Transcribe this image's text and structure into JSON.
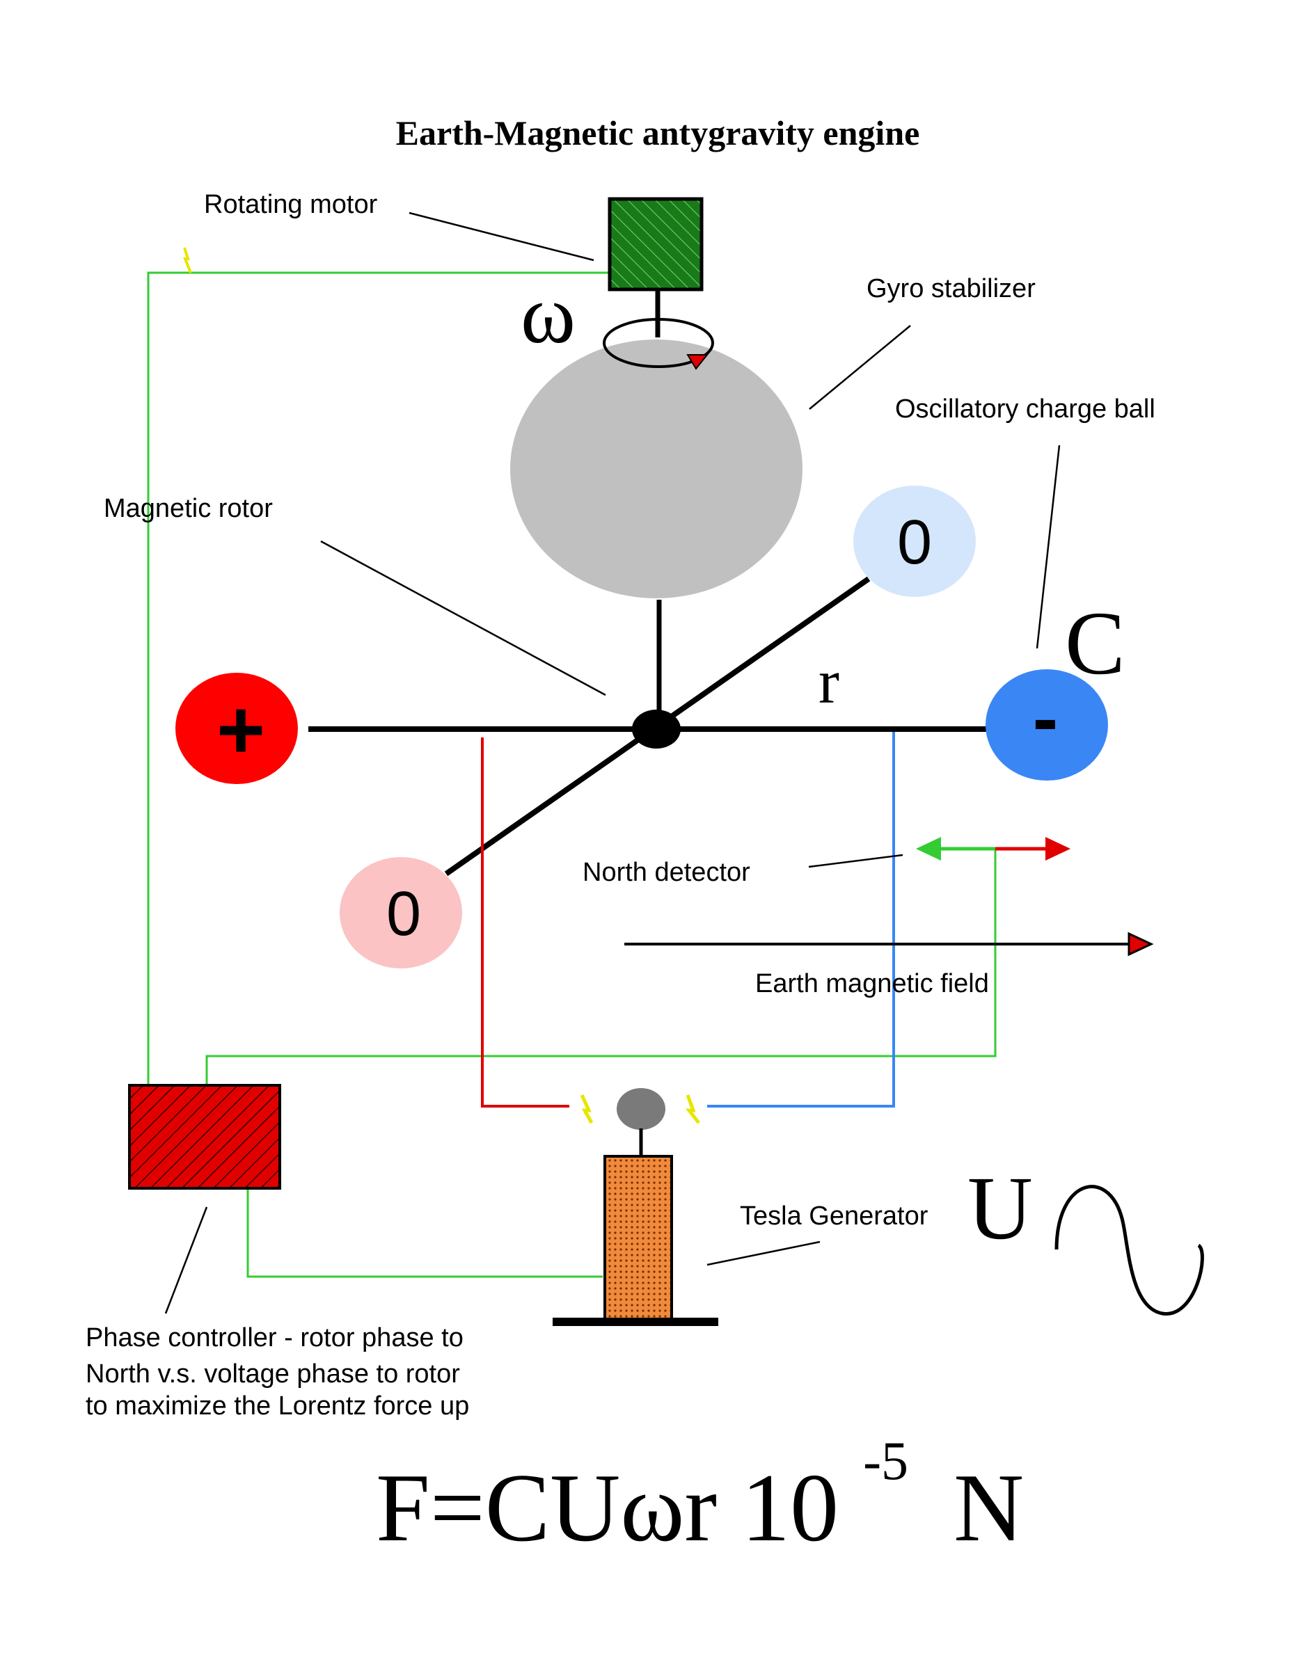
{
  "title": "Earth-Magnetic antygravity engine",
  "labels": {
    "rotating_motor": "Rotating motor",
    "gyro_stabilizer": "Gyro  stabilizer",
    "oscillatory_charge_ball": "Oscillatory charge ball",
    "magnetic_rotor": "Magnetic rotor",
    "north_detector": "North detector",
    "earth_magnetic_field": "Earth magnetic field",
    "tesla_generator": "Tesla Generator",
    "phase_controller_line1": "Phase controller - rotor phase to",
    "phase_controller_line2": "North v.s. voltage phase to rotor",
    "phase_controller_line3": "to maximize the Lorentz force up"
  },
  "symbols": {
    "omega": "ω",
    "r": "r",
    "c": "C",
    "u": "U"
  },
  "balls": {
    "positive": "+",
    "negative": "-",
    "neutral_top": "0",
    "neutral_bottom": "0"
  },
  "formula": {
    "main": "F=CUωr 10",
    "exponent": "-5",
    "unit": "N"
  },
  "colors": {
    "positive_ball": "#ff0000",
    "negative_ball": "#3a86f5",
    "neutral_top_ball": "#d4e6fb",
    "neutral_bottom_ball": "#fbc3c3",
    "gyro": "#c0c0c0",
    "motor": "#1a7a1a",
    "phase_controller": "#e00000",
    "tesla_generator": "#e8742a",
    "green_wire": "#33cc33",
    "red_wire": "#e00000",
    "blue_wire": "#3a86f5"
  }
}
